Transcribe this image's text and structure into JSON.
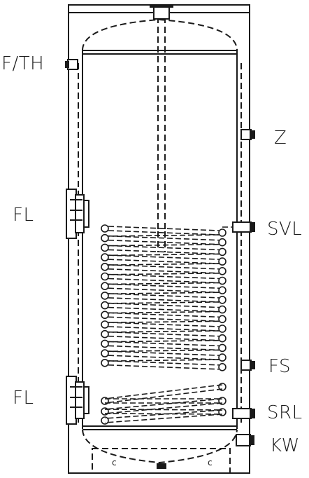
{
  "labels": {
    "fth": "F/TH",
    "z": "Z",
    "fl_upper": "FL",
    "svl": "SVL",
    "fs": "FS",
    "fl_lower": "FL",
    "srl": "SRL",
    "kw": "KW"
  },
  "feet_marks": [
    "c",
    "c"
  ],
  "colors": {
    "stroke": "#1a1a1a",
    "background": "#ffffff"
  }
}
